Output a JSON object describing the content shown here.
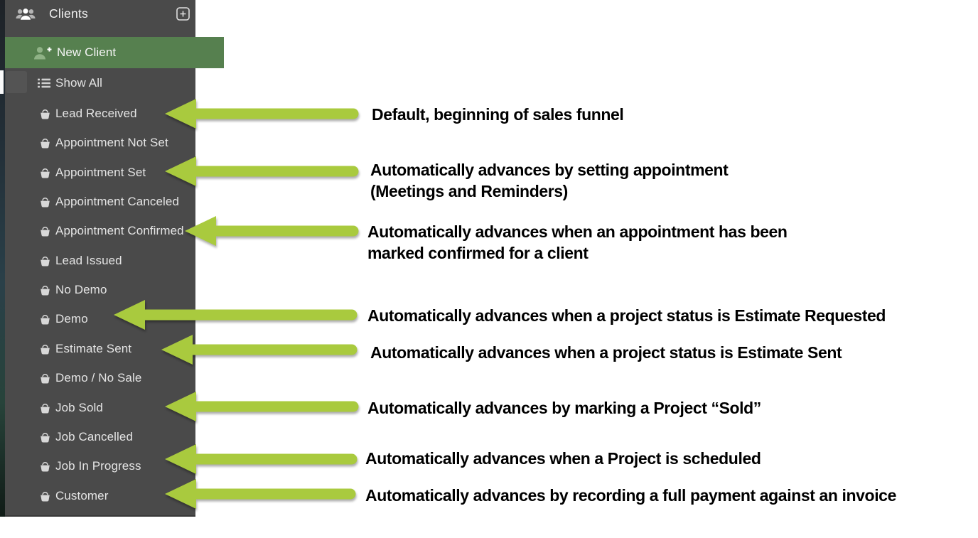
{
  "sidebar": {
    "title": "Clients",
    "items": [
      {
        "label": "New Client",
        "icon": "person-add-icon",
        "highlighted": true
      },
      {
        "label": "Show All",
        "icon": "list-icon"
      },
      {
        "label": "Lead Received",
        "icon": "bucket-icon"
      },
      {
        "label": "Appointment Not Set",
        "icon": "bucket-icon"
      },
      {
        "label": "Appointment Set",
        "icon": "bucket-icon"
      },
      {
        "label": "Appointment Canceled",
        "icon": "bucket-icon"
      },
      {
        "label": "Appointment Confirmed",
        "icon": "bucket-icon"
      },
      {
        "label": "Lead Issued",
        "icon": "bucket-icon"
      },
      {
        "label": "No Demo",
        "icon": "bucket-icon"
      },
      {
        "label": "Demo",
        "icon": "bucket-icon"
      },
      {
        "label": "Estimate Sent",
        "icon": "bucket-icon"
      },
      {
        "label": "Demo / No Sale",
        "icon": "bucket-icon"
      },
      {
        "label": "Job Sold",
        "icon": "bucket-icon"
      },
      {
        "label": "Job Cancelled",
        "icon": "bucket-icon"
      },
      {
        "label": "Job In Progress",
        "icon": "bucket-icon"
      },
      {
        "label": "Customer",
        "icon": "bucket-icon"
      }
    ]
  },
  "annotations": [
    {
      "target": "Lead Received",
      "text": "Default, beginning of sales funnel"
    },
    {
      "target": "Appointment Set",
      "text": "Automatically advances by setting appointment\n(Meetings and Reminders)"
    },
    {
      "target": "Appointment Confirmed",
      "text": "Automatically advances when an appointment has been\nmarked confirmed for a client"
    },
    {
      "target": "Demo",
      "text": "Automatically advances when a project status is Estimate Requested"
    },
    {
      "target": "Estimate Sent",
      "text": "Automatically advances when a project status is Estimate Sent"
    },
    {
      "target": "Job Sold",
      "text": "Automatically advances by marking a Project “Sold”"
    },
    {
      "target": "Job In Progress",
      "text": "Automatically advances when a Project is scheduled"
    },
    {
      "target": "Customer",
      "text": "Automatically advances by recording a full payment against an invoice"
    }
  ],
  "colors": {
    "panel_bg": "#ffffff",
    "sidebar_bg": "#4a4a4a",
    "sidebar_edge": "#383838",
    "highlight_green": "#56804f",
    "arrow_green": "#a9ca3e",
    "item_text": "#e4e4e4",
    "header_text": "#f2f2f2",
    "annotation_text": "#000000"
  }
}
